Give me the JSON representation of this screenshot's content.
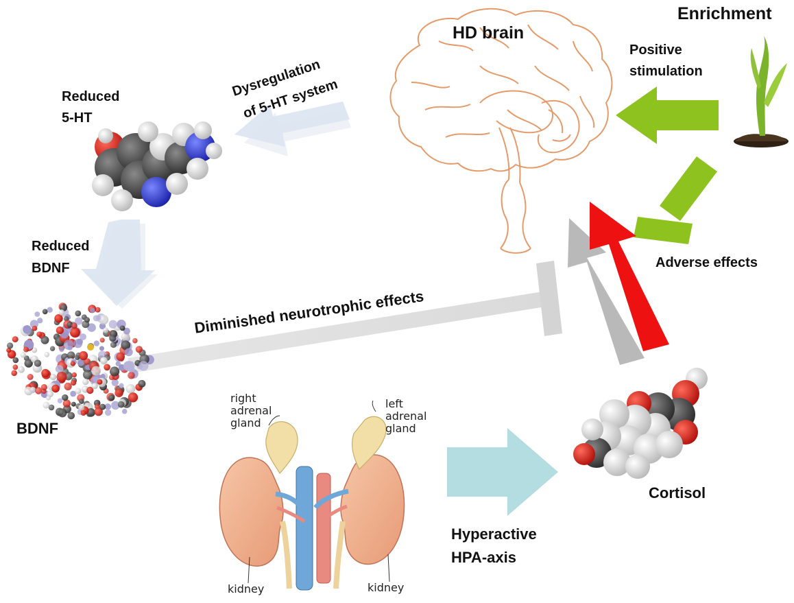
{
  "labels": {
    "enrichment": "Enrichment",
    "hd_brain": "HD brain",
    "positive_stimulation_1": "Positive",
    "positive_stimulation_2": "stimulation",
    "dysregulation_1": "Dysregulation",
    "dysregulation_2": "of 5-HT system",
    "reduced_5ht_1": "Reduced",
    "reduced_5ht_2": "5-HT",
    "reduced_bdnf_1": "Reduced",
    "reduced_bdnf_2": "BDNF",
    "diminished": "Diminished neurotrophic effects",
    "adverse": "Adverse effects",
    "bdnf": "BDNF",
    "cortisol": "Cortisol",
    "hpa_1": "Hyperactive",
    "hpa_2": "HPA-axis"
  },
  "anatomy": {
    "right_gland_1": "right",
    "right_gland_2": "adrenal",
    "right_gland_3": "gland",
    "left_gland_1": "left",
    "left_gland_2": "adrenal",
    "left_gland_3": "gland",
    "kidney_left": "kidney",
    "kidney_right": "kidney"
  },
  "colors": {
    "green_arrow": "#8dc21f",
    "red_arrow": "#ee1111",
    "gray_arrow": "#b9b9b9",
    "faded_blue_arrow": "#dde7f2",
    "teal_arrow": "#b3dde1",
    "brain_outline": "#e59a6a",
    "kidney": "#f0b08c",
    "adrenal": "#f2dfa7",
    "vein": "#6ea7d8",
    "artery": "#e88a80"
  }
}
